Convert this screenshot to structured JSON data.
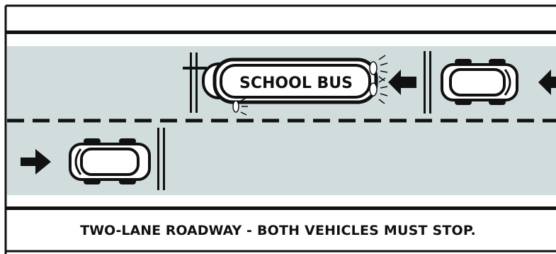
{
  "diagram": {
    "bus_label": "SCHOOL BUS",
    "caption_emphasis": "TWO-LANE ROADWAY",
    "caption_rest": " - BOTH VEHICLES MUST STOP.",
    "colors": {
      "road": "#d1dcdc",
      "line": "#111111",
      "background": "#ffffff"
    },
    "icons": [
      "arrow-left-icon",
      "arrow-right-icon",
      "car-icon",
      "school-bus-icon",
      "flashing-light-icon"
    ]
  }
}
